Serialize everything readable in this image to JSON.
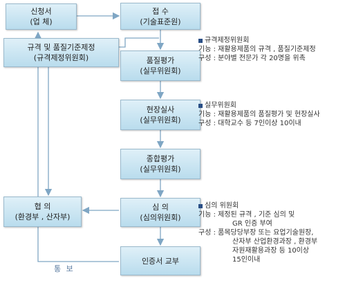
{
  "boxes": {
    "applicant": {
      "line1": "신청서",
      "line2": "(업 체)"
    },
    "reception": {
      "line1": "접  수",
      "line2": "(기술표준원)"
    },
    "standards": {
      "line1": "규격 및 품질기준제정",
      "line2": "(규격제정위원회)"
    },
    "quality_eval": {
      "line1": "품질평가",
      "line2": "(실무위원회)"
    },
    "site_inspection": {
      "line1": "현장실사",
      "line2": "(실무위원회)"
    },
    "overall_eval": {
      "line1": "종합평가",
      "line2": "(실무위원회)"
    },
    "deliberation": {
      "line1": "심    의",
      "line2": "(심의위원회)"
    },
    "consultation": {
      "line1": "협  의",
      "line2": "(환경부 , 산자부)"
    },
    "issuance": {
      "line1": "인증서 교부"
    }
  },
  "notes": {
    "standards_committee": {
      "title": "규격제정위원회",
      "lines": [
        "기능 : 재활용제품의 규격 , 품질기준제정",
        "구성 : 분야별 전문가  각 20명을 위촉"
      ]
    },
    "working_committee": {
      "title": "실무위원회",
      "lines": [
        "기능 : 재활용제품의 품질평가 및 현장실사",
        "구성 : 대학교수 등 7인이상 10이내"
      ]
    },
    "deliberation_committee": {
      "title": "심의 위원회",
      "lines": [
        "기능 : 제정된 규격 , 기준 심의 및",
        "GR 인증 부여",
        "구성 : 품목당당부장 또는 요업기술원장,",
        "산자부 산업환경과장 , 환경부",
        "자원재활용과장 등 10이상",
        "15인이내"
      ]
    }
  },
  "feedback_label": "통 보",
  "colors": {
    "box_top": "#dff0f8",
    "box_bottom": "#b9dced",
    "line": "#7fa6c4",
    "bullet": "#2a4f86"
  }
}
